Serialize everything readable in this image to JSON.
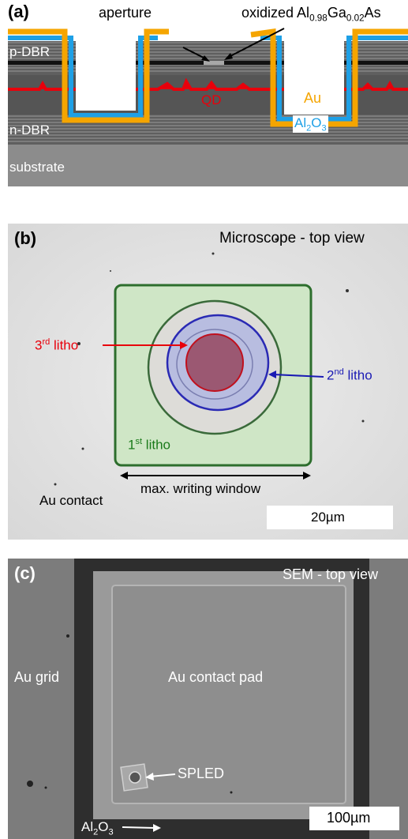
{
  "panel_a": {
    "label": "(a)",
    "aperture": "aperture",
    "oxidized": {
      "pre": "oxidized Al",
      "s1": "0.98",
      "mid": "Ga",
      "s2": "0.02",
      "post": "As"
    },
    "p_dbr": "p-DBR",
    "n_dbr": "n-DBR",
    "qd": "QD",
    "au": "Au",
    "al2o3": {
      "pre": "Al",
      "s1": "2",
      "mid": "O",
      "s2": "3"
    },
    "substrate": "substrate"
  },
  "panel_b": {
    "label": "(b)",
    "title": "Microscope - top view",
    "litho3": {
      "num": "3",
      "sup": "rd",
      "post": " litho"
    },
    "litho2": {
      "num": "2",
      "sup": "nd",
      "post": " litho"
    },
    "litho1": {
      "num": "1",
      "sup": "st",
      "post": " litho"
    },
    "window": "max. writing window",
    "contact": "Au contact",
    "scalebar": "20µm"
  },
  "panel_c": {
    "label": "(c)",
    "title": "SEM - top view",
    "grid": "Au grid",
    "pad": "Au contact pad",
    "spled": "SPLED",
    "al2o3": {
      "pre": "Al",
      "s1": "2",
      "mid": "O",
      "s2": "3"
    },
    "scalebar": "100µm"
  },
  "colors": {
    "au": "#f5a500",
    "al2o3": "#1ea0e6",
    "qd": "#e8000b",
    "litho1": "#1a7a1a",
    "litho2": "#1a1ab4",
    "litho3": "#e8000b"
  }
}
